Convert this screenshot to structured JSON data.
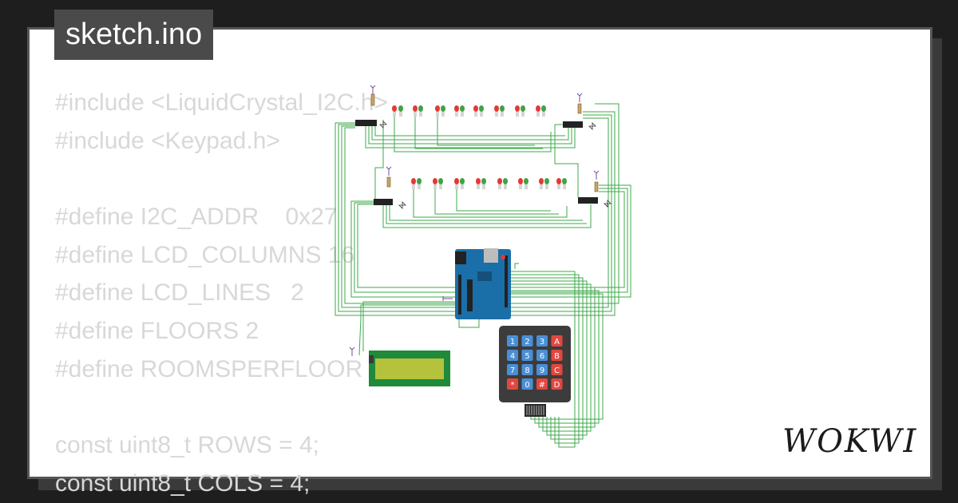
{
  "tab": {
    "filename": "sketch.ino"
  },
  "code_lines": [
    "#include <LiquidCrystal_I2C.h>",
    "#include <Keypad.h>",
    "",
    "#define I2C_ADDR    0x27",
    "#define LCD_COLUMNS 16",
    "#define LCD_LINES   2",
    "#define FLOORS 2",
    "#define ROOMSPERFLOOR",
    "",
    "const uint8_t ROWS = 4;",
    "const uint8_t COLS = 4;"
  ],
  "keypad": {
    "keys": [
      "1",
      "2",
      "3",
      "A",
      "4",
      "5",
      "6",
      "B",
      "7",
      "8",
      "9",
      "C",
      "*",
      "0",
      "#",
      "D"
    ]
  },
  "logo": {
    "text": "WOKWI"
  },
  "colors": {
    "wire": "#3daa4a",
    "led_red": "#e53935",
    "led_green": "#43a047",
    "arduino": "#1b6fa8",
    "lcd_frame": "#1f8a3a",
    "lcd_screen": "#b5c23b",
    "key_blue": "#4a8fd6",
    "key_red": "#e2473f"
  }
}
